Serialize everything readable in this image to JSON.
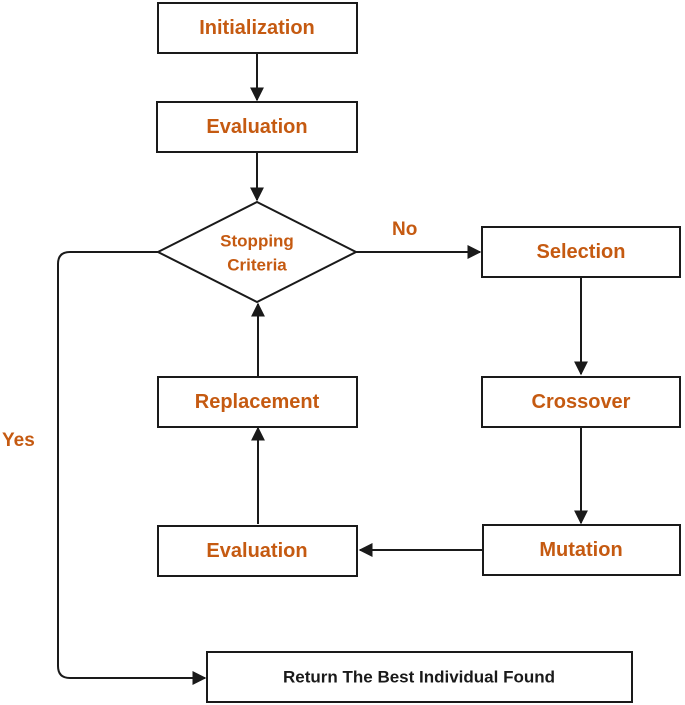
{
  "nodes": {
    "initialization": "Initialization",
    "evaluation_top": "Evaluation",
    "stopping_line1": "Stopping",
    "stopping_line2": "Criteria",
    "selection": "Selection",
    "crossover": "Crossover",
    "mutation": "Mutation",
    "evaluation_bottom": "Evaluation",
    "replacement": "Replacement",
    "final": "Return The Best Individual Found"
  },
  "edges": {
    "no_label": "No",
    "yes_label": "Yes"
  },
  "colors": {
    "text_accent": "#c55a11",
    "stroke": "#1a1a1a",
    "final_text": "#1a1a1a"
  }
}
